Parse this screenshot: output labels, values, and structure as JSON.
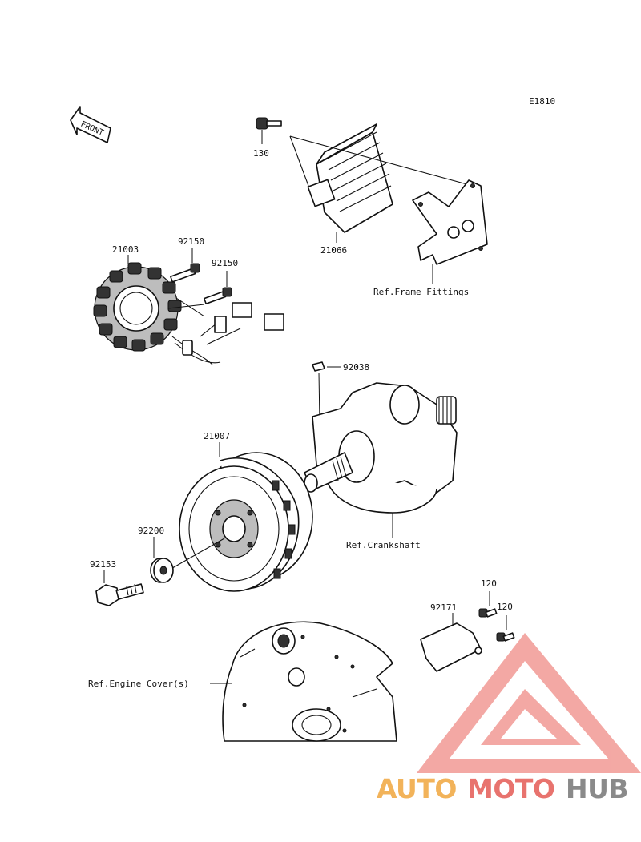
{
  "diagram": {
    "code": "E1810",
    "front_label": "FRONT",
    "parts": {
      "p130": "130",
      "p21066": "21066",
      "p21003": "21003",
      "p92150a": "92150",
      "p92150b": "92150",
      "p92038": "92038",
      "p21007": "21007",
      "p92200": "92200",
      "p92153": "92153",
      "p92171": "92171",
      "p120a": "120",
      "p120b": "120"
    },
    "refs": {
      "frame": "Ref.Frame Fittings",
      "crankshaft": "Ref.Crankshaft",
      "engine_cover": "Ref.Engine Cover(s)"
    }
  },
  "watermark": {
    "part1": "AUTO",
    "part2": "MOTO",
    "part3": "HUB",
    "colors": {
      "orange": "#f2b35a",
      "red": "#e8736e",
      "grey": "#8a8a8a"
    }
  }
}
